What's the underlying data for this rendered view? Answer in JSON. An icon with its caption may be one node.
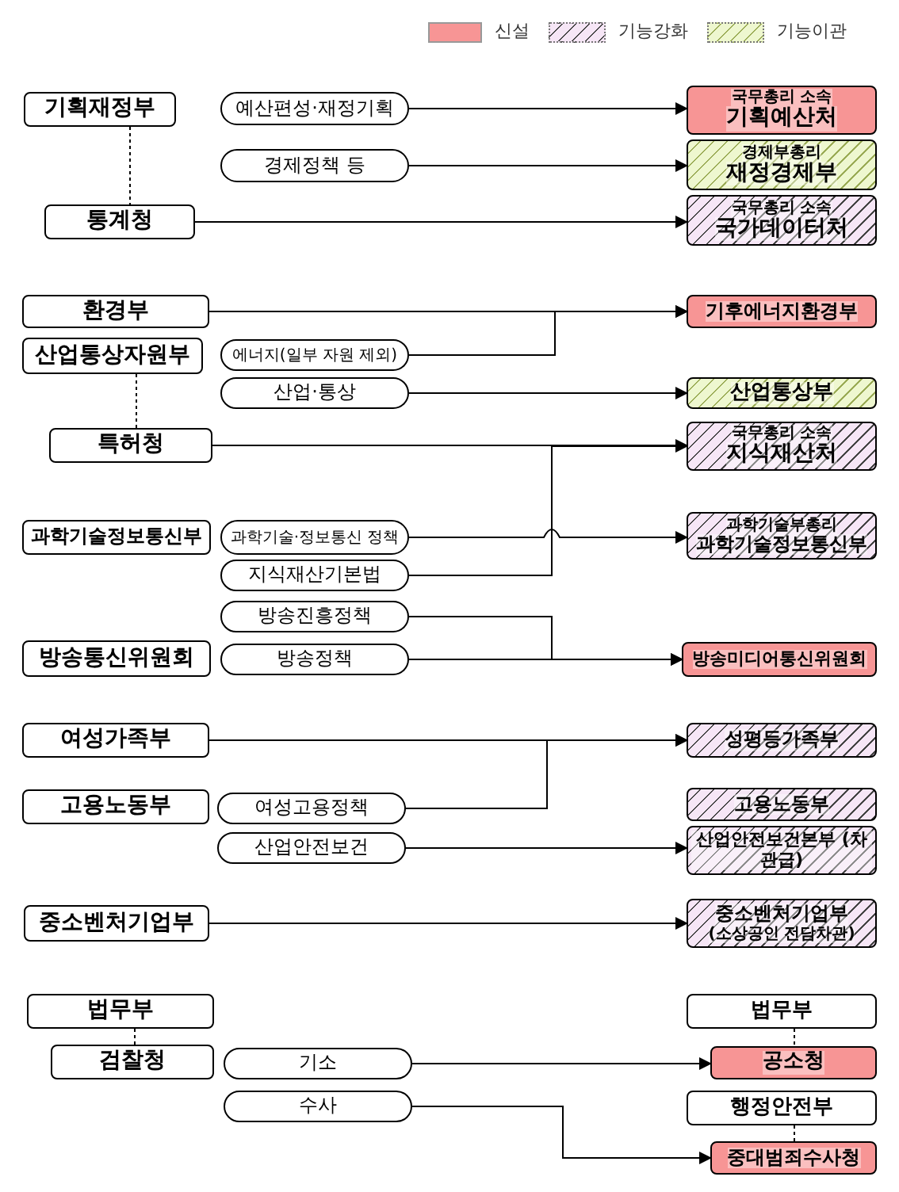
{
  "diagram": {
    "nodes": [
      {
        "text": [
          "기획재정부"
        ]
      },
      {
        "text": [
          "통계청"
        ]
      },
      {
        "text": [
          "환경부"
        ]
      },
      {
        "text": [
          "산업통상자원부"
        ]
      },
      {
        "text": [
          "특허청"
        ]
      },
      {
        "text": [
          "과학기술정보통신부"
        ]
      },
      {
        "text": [
          "방송통신위원회"
        ]
      },
      {
        "text": [
          "여성가족부"
        ]
      },
      {
        "text": [
          "고용노동부"
        ]
      },
      {
        "text": [
          "중소벤처기업부"
        ]
      },
      {
        "text": [
          "법무부"
        ]
      },
      {
        "text": [
          "검찰청"
        ]
      },
      {
        "text": [
          "예산편성·재정기획"
        ]
      },
      {
        "text": [
          "경제정책 등"
        ]
      },
      {
        "text": [
          "에너지(일부 자원 제외)"
        ]
      },
      {
        "text": [
          "산업·통상"
        ]
      },
      {
        "text": [
          "과학기술·정보통신 정책"
        ]
      },
      {
        "text": [
          "지식재산기본법"
        ]
      },
      {
        "text": [
          "방송진흥정책"
        ]
      },
      {
        "text": [
          "방송정책"
        ]
      },
      {
        "text": [
          "여성고용정책"
        ]
      },
      {
        "text": [
          "산업안전보건"
        ]
      },
      {
        "text": [
          "기소"
        ]
      },
      {
        "text": [
          "수사"
        ]
      },
      {
        "text": [
          "국무총리 소속",
          "기획예산처"
        ]
      },
      {
        "text": [
          "경제부총리",
          "재정경제부"
        ]
      },
      {
        "text": [
          "국무총리 소속",
          "국가데이터처"
        ]
      },
      {
        "text": [
          "기후에너지환경부"
        ]
      },
      {
        "text": [
          "산업통상부"
        ]
      },
      {
        "text": [
          "국무총리 소속",
          "지식재산처"
        ]
      },
      {
        "text": [
          "과학기술부총리",
          "과학기술정보통신부"
        ]
      },
      {
        "text": [
          "방송미디어통신위원회"
        ]
      },
      {
        "text": [
          "성평등가족부"
        ]
      },
      {
        "text": [
          "고용노동부"
        ]
      },
      {
        "text": [
          "산업안전보건본부 (차관급)"
        ]
      },
      {
        "text": [
          "중소벤처기업부",
          "(소상공인 전담차관)"
        ]
      },
      {
        "text": [
          "법무부"
        ]
      },
      {
        "text": [
          "공소청"
        ]
      },
      {
        "text": [
          "행정안전부"
        ]
      },
      {
        "text": [
          "중대범죄수사청"
        ]
      }
    ],
    "edges": [
      {
        "from": 0,
        "to": 1,
        "arrow": "none",
        "style": "dashed"
      },
      {
        "from": 12,
        "to": 24,
        "arrow": "to"
      },
      {
        "from": 13,
        "to": 25,
        "arrow": "to"
      },
      {
        "from": 1,
        "to": 26,
        "arrow": "to"
      },
      {
        "from": 2,
        "to": 27,
        "arrow": "to"
      },
      {
        "from": 14,
        "to": 27,
        "arrow": "to"
      },
      {
        "from": 3,
        "to": 4,
        "arrow": "none",
        "style": "dashed"
      },
      {
        "from": 15,
        "to": 28,
        "arrow": "to"
      },
      {
        "from": 4,
        "to": 29,
        "arrow": "to"
      },
      {
        "from": 17,
        "to": 29,
        "arrow": "to"
      },
      {
        "from": 16,
        "to": 30,
        "arrow": "to"
      },
      {
        "from": 18,
        "to": 31,
        "arrow": "to"
      },
      {
        "from": 19,
        "to": 31,
        "arrow": "to"
      },
      {
        "from": 7,
        "to": 32,
        "arrow": "to"
      },
      {
        "from": 20,
        "to": 32,
        "arrow": "to"
      },
      {
        "from": 21,
        "to": 34,
        "arrow": "to"
      },
      {
        "from": 9,
        "to": 35,
        "arrow": "to"
      },
      {
        "from": 10,
        "to": 11,
        "arrow": "none",
        "style": "dashed"
      },
      {
        "from": 22,
        "to": 37,
        "arrow": "to"
      },
      {
        "from": 23,
        "to": 39,
        "arrow": "to"
      },
      {
        "from": 36,
        "to": 37,
        "arrow": "none",
        "style": "dashed"
      },
      {
        "from": 38,
        "to": 39,
        "arrow": "none",
        "style": "dashed"
      }
    ],
    "legend": [
      {
        "text": "신설",
        "color": "#f79595"
      },
      {
        "text": "기능강화"
      },
      {
        "text": "기능이관"
      }
    ]
  }
}
